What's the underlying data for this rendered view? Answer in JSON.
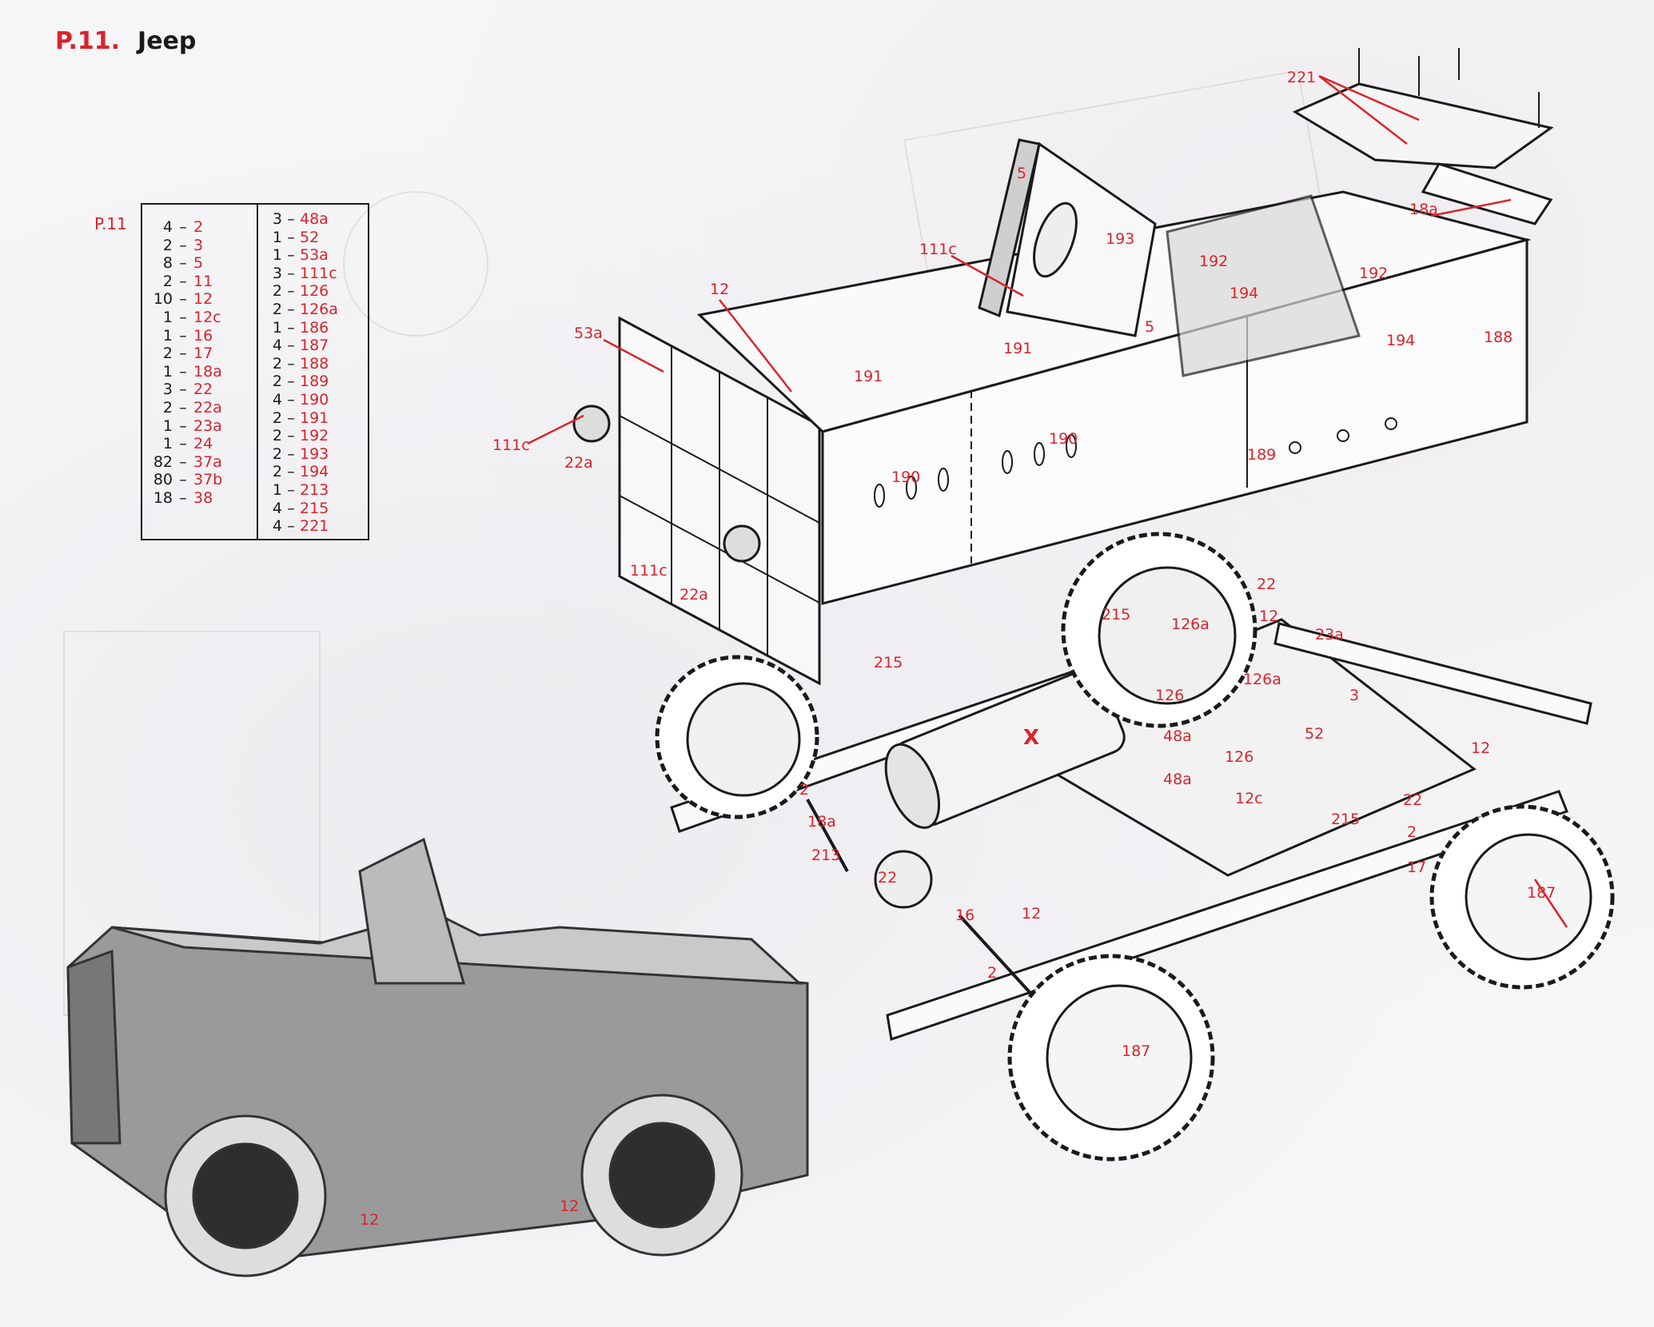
{
  "header": {
    "page_number": "P.11.",
    "model_name": "Jeep"
  },
  "parts_list": {
    "label": "P.11",
    "left_column": [
      {
        "qty": "4",
        "part": "2"
      },
      {
        "qty": "2",
        "part": "3"
      },
      {
        "qty": "8",
        "part": "5"
      },
      {
        "qty": "2",
        "part": "11"
      },
      {
        "qty": "10",
        "part": "12"
      },
      {
        "qty": "1",
        "part": "12c"
      },
      {
        "qty": "1",
        "part": "16"
      },
      {
        "qty": "2",
        "part": "17"
      },
      {
        "qty": "1",
        "part": "18a"
      },
      {
        "qty": "3",
        "part": "22"
      },
      {
        "qty": "2",
        "part": "22a"
      },
      {
        "qty": "1",
        "part": "23a"
      },
      {
        "qty": "1",
        "part": "24"
      },
      {
        "qty": "82",
        "part": "37a"
      },
      {
        "qty": "80",
        "part": "37b"
      },
      {
        "qty": "18",
        "part": "38"
      }
    ],
    "right_column": [
      {
        "qty": "3",
        "part": "48a"
      },
      {
        "qty": "1",
        "part": "52"
      },
      {
        "qty": "1",
        "part": "53a"
      },
      {
        "qty": "3",
        "part": "111c"
      },
      {
        "qty": "2",
        "part": "126"
      },
      {
        "qty": "2",
        "part": "126a"
      },
      {
        "qty": "1",
        "part": "186"
      },
      {
        "qty": "4",
        "part": "187"
      },
      {
        "qty": "2",
        "part": "188"
      },
      {
        "qty": "2",
        "part": "189"
      },
      {
        "qty": "4",
        "part": "190"
      },
      {
        "qty": "2",
        "part": "191"
      },
      {
        "qty": "2",
        "part": "192"
      },
      {
        "qty": "2",
        "part": "193"
      },
      {
        "qty": "2",
        "part": "194"
      },
      {
        "qty": "1",
        "part": "213"
      },
      {
        "qty": "4",
        "part": "215"
      },
      {
        "qty": "4",
        "part": "221"
      }
    ]
  },
  "diagram_labels": [
    "221",
    "5",
    "193",
    "111c",
    "192",
    "194",
    "192",
    "18a",
    "12",
    "53a",
    "191",
    "191",
    "5",
    "194",
    "188",
    "111c",
    "22a",
    "190",
    "189",
    "190",
    "111c",
    "22a",
    "22",
    "12",
    "215",
    "126a",
    "23a",
    "215",
    "126a",
    "126",
    "3",
    "X",
    "52",
    "48a",
    "126",
    "12",
    "48a",
    "2",
    "18a",
    "22",
    "215",
    "213",
    "2",
    "17",
    "22",
    "187",
    "16",
    "12",
    "2",
    "187",
    "12c",
    "12",
    "12"
  ],
  "colors": {
    "accent_red": "#d9242b",
    "ink": "#1a1a1a",
    "paper": "#f6f5f7"
  }
}
